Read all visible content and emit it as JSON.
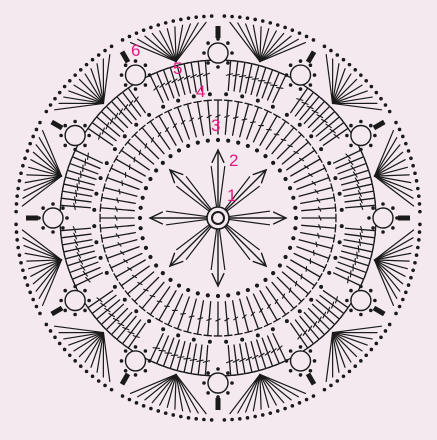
{
  "diagram": {
    "rounds": 6,
    "repeats": 12,
    "round_labels": [
      "1",
      "2",
      "3",
      "4",
      "5",
      "6"
    ]
  },
  "colors": {
    "background": "#f3e9ef",
    "ink": "#1a1a1a",
    "label": "#e5177e"
  },
  "symbols": [
    "chain-dot",
    "double-crochet-stitch",
    "arrow",
    "magic-ring",
    "picot-loop"
  ]
}
